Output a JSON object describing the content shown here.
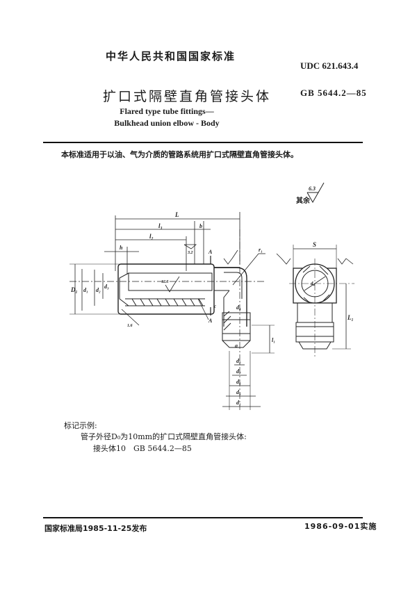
{
  "header": {
    "national_standard": "中华人民共和国国家标准",
    "udc": "UDC 621.643.4",
    "title_cn": "扩口式隔壁直角管接头体",
    "standard_no": "GB 5644.2—85",
    "title_en_line1": "Flared type tube fittings—",
    "title_en_line2": "Bulkhead union elbow - Body"
  },
  "scope": "本标准适用于以油、气为介质的管路系统用扩口式隔壁直角管接头体。",
  "roughness_note": {
    "label": "其余",
    "value": "6.3"
  },
  "drawing": {
    "dimension_labels": {
      "L": "L",
      "l3": "l₃",
      "l2": "l₂",
      "b": "b",
      "h": "h",
      "D1": "D₁",
      "d1": "d₁",
      "d2": "d₂",
      "d3": "d₃",
      "d4": "d₄",
      "d5": "d₅",
      "d6": "d₆",
      "d7": "d₇",
      "d8": "d₈",
      "r1": "r₁",
      "S": "S",
      "L1": "L₁",
      "l1": "l₁",
      "a": "a",
      "c": "c",
      "section_A": "A",
      "roughness_32": "3.2",
      "roughness_125": "12.5",
      "roughness_16": "1.6"
    }
  },
  "marking_example": {
    "label": "标记示例:",
    "line1": "管子外径D₀为10mm的扩口式隔壁直角管接头体:",
    "line2": "接头体10　GB 5644.2—85"
  },
  "footer": {
    "issued": "国家标准局1985-11-25发布",
    "effective": "1986-09-01实施"
  }
}
